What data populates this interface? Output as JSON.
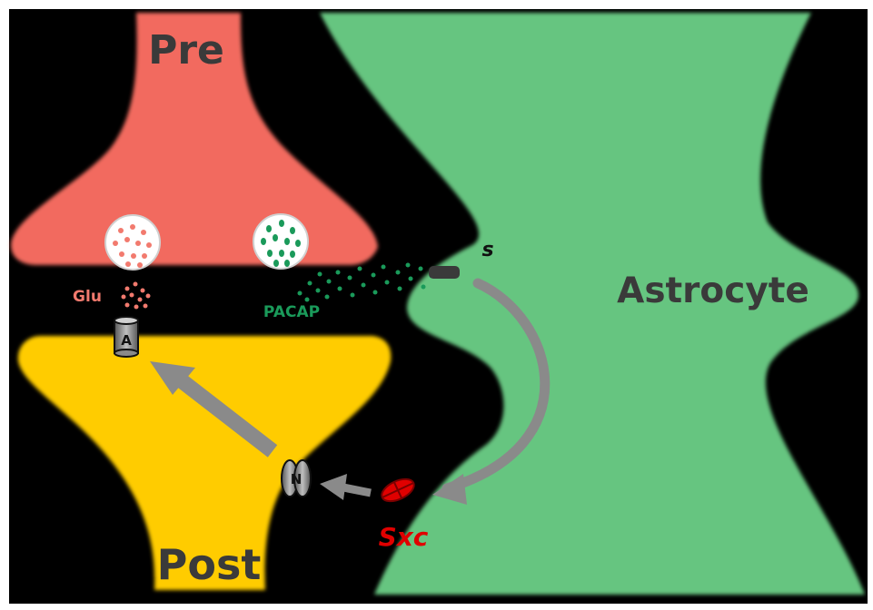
{
  "labels": {
    "pre": "Pre",
    "post": "Post",
    "astrocyte": "Astrocyte",
    "glu": "Glu",
    "pacap": "PACAP",
    "receptor_fragment": "s",
    "ampa_receptor": "A",
    "nmda_receptor": "N",
    "sxc": "Sxc"
  },
  "colors": {
    "background": "#000000",
    "presynaptic": "#f26b5e",
    "postsynaptic": "#ffcc00",
    "astrocyte": "#66c580",
    "glutamate": "#f27a6e",
    "pacap": "#1a9a5a",
    "arrow": "#8a8a8a",
    "sxc": "#e00000",
    "label_dark": "#3a3a3a"
  }
}
